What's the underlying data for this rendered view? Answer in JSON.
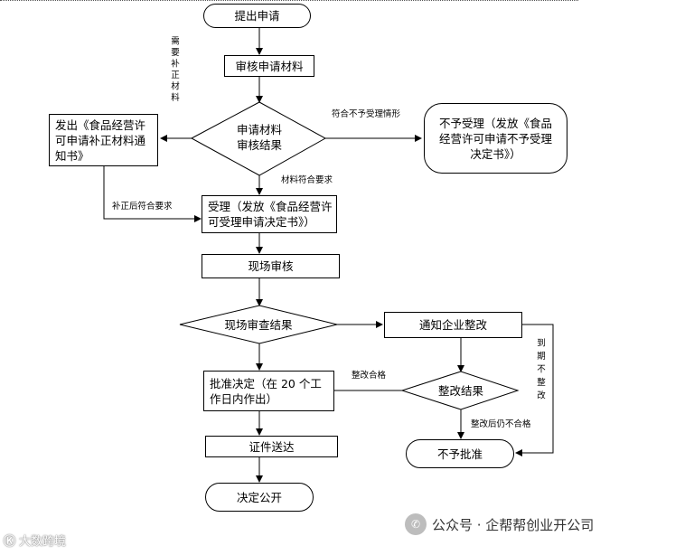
{
  "nodes": {
    "start": "提出申请",
    "review_materials": "审核申请材料",
    "review_result": "申请材料\n审核结果",
    "issue_correction": "发出《食品经营许可申请补正材料通知书》",
    "reject_acceptance": "不予受理（发放《食品经营许可申请不予受理决定书》）",
    "accept": "受理（发放《食品经营许可受理申请决定书》）",
    "onsite_review": "现场审核",
    "onsite_result": "现场审查结果",
    "notify_rectify": "通知企业整改",
    "approval": "批准决定（在 20 个工作日内作出）",
    "rectify_result": "整改结果",
    "certificate_delivery": "证件送达",
    "no_approval": "不予批准",
    "publish": "决定公开"
  },
  "edge_labels": {
    "need_correction": "需要补正材料",
    "not_accepted": "符合不予受理情形",
    "meets_requirements": "材料符合要求",
    "corrected_ok": "补正后符合要求",
    "rectified_ok": "整改合格",
    "expired_unrectified": "到期不整改",
    "still_failing": "整改后仍不合格"
  },
  "watermarks": {
    "right": "公众号 · 企帮帮创业开公司",
    "left": "大数跨境"
  }
}
